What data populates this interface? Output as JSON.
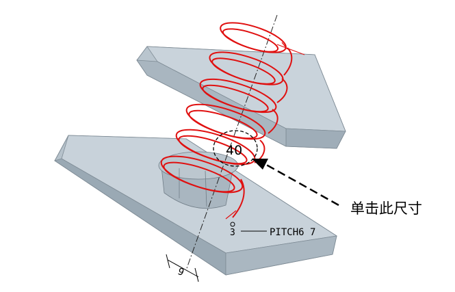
{
  "model_view": {
    "dimension_value": "40",
    "pitch_label": "PITCH6 7",
    "pitch_prefix": "3",
    "side_dimension": "9",
    "callout_text": "单击此尺寸",
    "colors": {
      "plate_top": "#c9d3db",
      "plate_front": "#9eadb8",
      "plate_side": "#b8c4cd",
      "spring": "#e01010",
      "axis": "#202020",
      "dim_text": "#000000"
    }
  }
}
